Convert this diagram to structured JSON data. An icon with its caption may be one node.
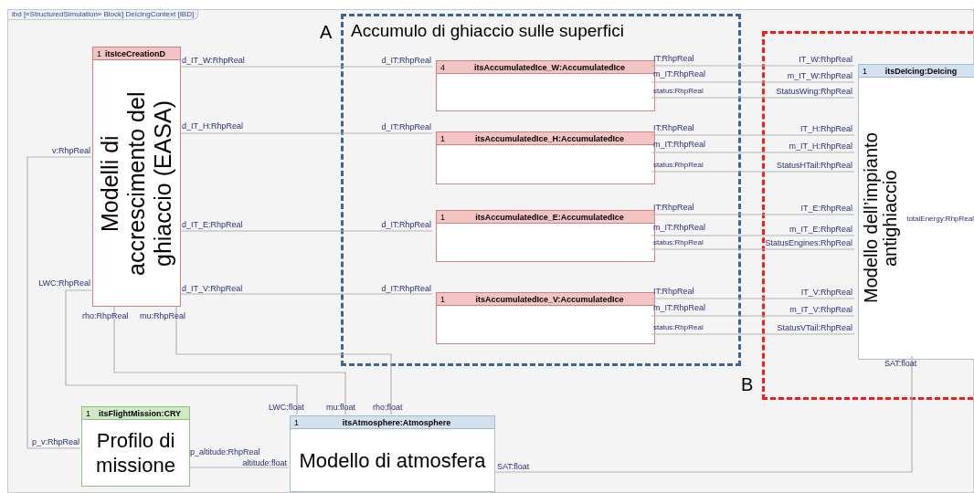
{
  "diagram": {
    "nodes": [
      {
        "text": [
          "ibd [«StructuredSimulation» Block] DeIcingContext [IBD]"
        ]
      },
      {
        "text": [
          "1",
          "itsIceCreationD",
          "Modelli di accrescimento del ghiaccio (EASA)"
        ],
        "in": 0,
        "beside": [
          "d_IT_W:RhpReal",
          "d_IT_H:RhpReal",
          "d_IT_E:RhpReal",
          "d_IT_V:RhpReal",
          "v:RhpReal",
          "LWC:RhpReal",
          "rho:RhpReal",
          "mu:RhpReal"
        ]
      },
      {
        "text": [
          "A",
          "Accumulo di ghiaccio sulle superfici"
        ],
        "in": 0
      },
      {
        "text": [
          "4",
          "itsAccumulatedIce_W:AccumulatedIce"
        ],
        "in": 2,
        "beside": [
          "d_IT:RhpReal",
          "IT:RhpReal",
          "m_IT:RhpReal",
          "status:RhpReal"
        ]
      },
      {
        "text": [
          "1",
          "itsAccumulatedIce_H:AccumulatedIce"
        ],
        "in": 2,
        "beside": [
          "d_IT:RhpReal",
          "IT:RhpReal",
          "m_IT:RhpReal",
          "status:RhpReal"
        ]
      },
      {
        "text": [
          "1",
          "itsAccumulatedIce_E:AccumulatedIce"
        ],
        "in": 2,
        "beside": [
          "d_IT:RhpReal",
          "IT:RhpReal",
          "m_IT:RhpReal",
          "status:RhpReal"
        ]
      },
      {
        "text": [
          "1",
          "itsAccumulatedIce_V:AccumulatedIce"
        ],
        "in": 2,
        "beside": [
          "d_IT:RhpReal",
          "IT:RhpReal",
          "m_IT:RhpReal",
          "status:RhpReal"
        ]
      },
      {
        "text": [
          "B"
        ],
        "in": 0
      },
      {
        "text": [
          "1",
          "itsDeIcing:DeIcing",
          "Modello dell’impianto antighiaccio",
          "totalEnergy:RhpReal"
        ],
        "in": 7,
        "beside": [
          "IT_W:RhpReal",
          "m_IT_W:RhpReal",
          "StatusWing:RhpReal",
          "IT_H:RhpReal",
          "m_IT_H:RhpReal",
          "StatusHTail:RhpReal",
          "IT_E:RhpReal",
          "m_IT_E:RhpReal",
          "StatusEngines:RhpReal",
          "IT_V:RhpReal",
          "m_IT_V:RhpReal",
          "StatusVTail:RhpReal",
          "SAT:float"
        ]
      },
      {
        "text": [
          "1",
          "itsFlightMission:CRY",
          "Profilo di missione"
        ],
        "in": 0,
        "beside": [
          "p_v:RhpReal",
          "p_altitude:RhpReal"
        ]
      },
      {
        "text": [
          "1",
          "itsAtmosphere:Atmosphere",
          "Modello di atmosfera"
        ],
        "in": 0,
        "beside": [
          "LWC:float",
          "mu:float",
          "rho:float",
          "altitude:float",
          "SAT:float"
        ]
      }
    ],
    "edges": [
      {
        "from": 1,
        "to": 3,
        "arrow": "none"
      },
      {
        "from": 1,
        "to": 4,
        "arrow": "none"
      },
      {
        "from": 1,
        "to": 5,
        "arrow": "none"
      },
      {
        "from": 1,
        "to": 6,
        "arrow": "none"
      },
      {
        "from": 3,
        "to": 8,
        "arrow": "none"
      },
      {
        "from": 3,
        "to": 8,
        "arrow": "none"
      },
      {
        "from": 3,
        "to": 8,
        "arrow": "none"
      },
      {
        "from": 4,
        "to": 8,
        "arrow": "none"
      },
      {
        "from": 4,
        "to": 8,
        "arrow": "none"
      },
      {
        "from": 4,
        "to": 8,
        "arrow": "none"
      },
      {
        "from": 5,
        "to": 8,
        "arrow": "none"
      },
      {
        "from": 5,
        "to": 8,
        "arrow": "none"
      },
      {
        "from": 5,
        "to": 8,
        "arrow": "none"
      },
      {
        "from": 6,
        "to": 8,
        "arrow": "none"
      },
      {
        "from": 6,
        "to": 8,
        "arrow": "none"
      },
      {
        "from": 6,
        "to": 8,
        "arrow": "none"
      },
      {
        "from": 9,
        "to": 1,
        "arrow": "none"
      },
      {
        "from": 10,
        "to": 1,
        "arrow": "none"
      },
      {
        "from": 10,
        "to": 1,
        "arrow": "none"
      },
      {
        "from": 10,
        "to": 1,
        "arrow": "none"
      },
      {
        "from": 9,
        "to": 10,
        "arrow": "none"
      },
      {
        "from": 10,
        "to": 8,
        "arrow": "none"
      }
    ]
  }
}
